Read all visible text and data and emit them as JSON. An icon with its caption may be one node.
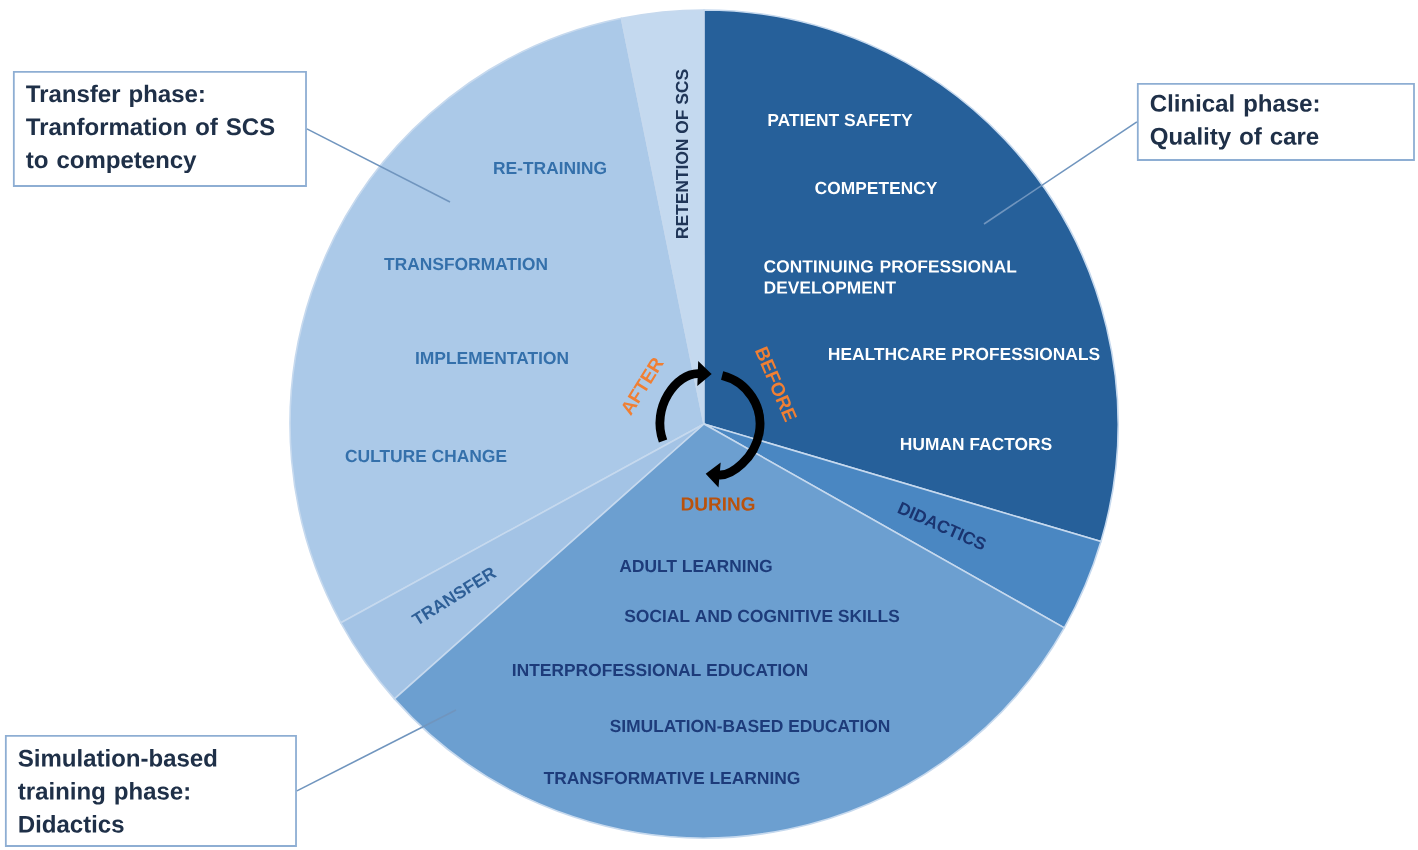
{
  "diagram": {
    "nodes": [
      {
        "text": [
          "Transfer phase:",
          "Tranformation of SCS to competency"
        ]
      },
      {
        "text": [
          "RE-TRAINING",
          "TRANSFORMATION",
          "IMPLEMENTATION",
          "CULTURE CHANGE"
        ]
      },
      {
        "text": [
          "RETENTION OF SCS"
        ]
      },
      {
        "text": [
          "Clinical phase:",
          "Quality of care"
        ]
      },
      {
        "text": [
          "PATIENT SAFETY",
          "COMPETENCY",
          "CONTINUING PROFESSIONAL DEVELOPMENT",
          "HEALTHCARE PROFESSIONALS",
          "HUMAN FACTORS"
        ]
      },
      {
        "text": [
          "DIDACTICS"
        ]
      },
      {
        "text": [
          "TRANSFER"
        ]
      },
      {
        "text": [
          "ADULT LEARNING",
          "SOCIAL AND COGNITIVE SKILLS",
          "INTERPROFESSIONAL EDUCATION",
          "SIMULATION-BASED EDUCATION",
          "TRANSFORMATIVE LEARNING"
        ]
      },
      {
        "text": [
          "Simulation-based training phase:",
          "Didactics"
        ]
      }
    ],
    "edges": [
      {
        "from": 0,
        "to": 1,
        "arrow": "none"
      },
      {
        "from": 3,
        "to": 4,
        "arrow": "none"
      },
      {
        "from": 8,
        "to": 7,
        "arrow": "none"
      },
      {
        "from": 1,
        "to": 4,
        "arrow": "to",
        "style": "thick",
        "color": "#000000"
      },
      {
        "from": 4,
        "to": 7,
        "arrow": "to",
        "style": "thick",
        "color": "#000000"
      }
    ],
    "labels": [
      "AFTER",
      "BEFORE",
      "DURING"
    ]
  }
}
